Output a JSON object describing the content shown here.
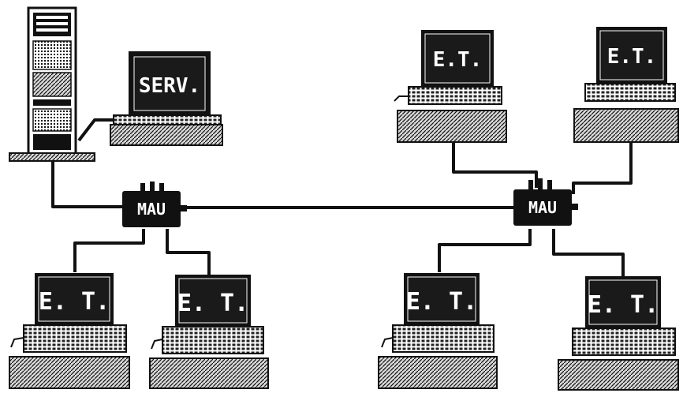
{
  "server": {
    "monitor_label": "SERV."
  },
  "hubs": [
    {
      "label": "MAU"
    },
    {
      "label": "MAU"
    }
  ],
  "workstations": [
    {
      "label": "E.T."
    },
    {
      "label": "E.T."
    },
    {
      "label": "E. T."
    },
    {
      "label": "E. T."
    },
    {
      "label": "E. T."
    },
    {
      "label": "E. T."
    }
  ]
}
